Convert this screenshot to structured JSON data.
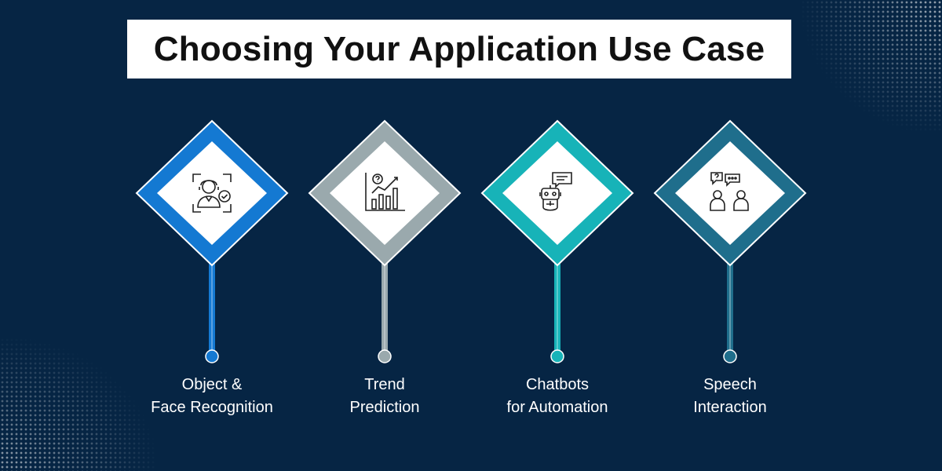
{
  "title": "Choosing Your Application Use Case",
  "cards": [
    {
      "color": "#1479d2",
      "icon": "face-recognition-icon",
      "line1": "Object &",
      "line2": "Face Recognition"
    },
    {
      "color": "#9aa9ad",
      "icon": "trend-chart-icon",
      "line1": "Trend",
      "line2": "Prediction"
    },
    {
      "color": "#17b3b8",
      "icon": "chatbot-icon",
      "line1": "Chatbots",
      "line2": "for Automation"
    },
    {
      "color": "#1f6e8c",
      "icon": "speech-interaction-icon",
      "line1": "Speech",
      "line2": "Interaction"
    }
  ]
}
